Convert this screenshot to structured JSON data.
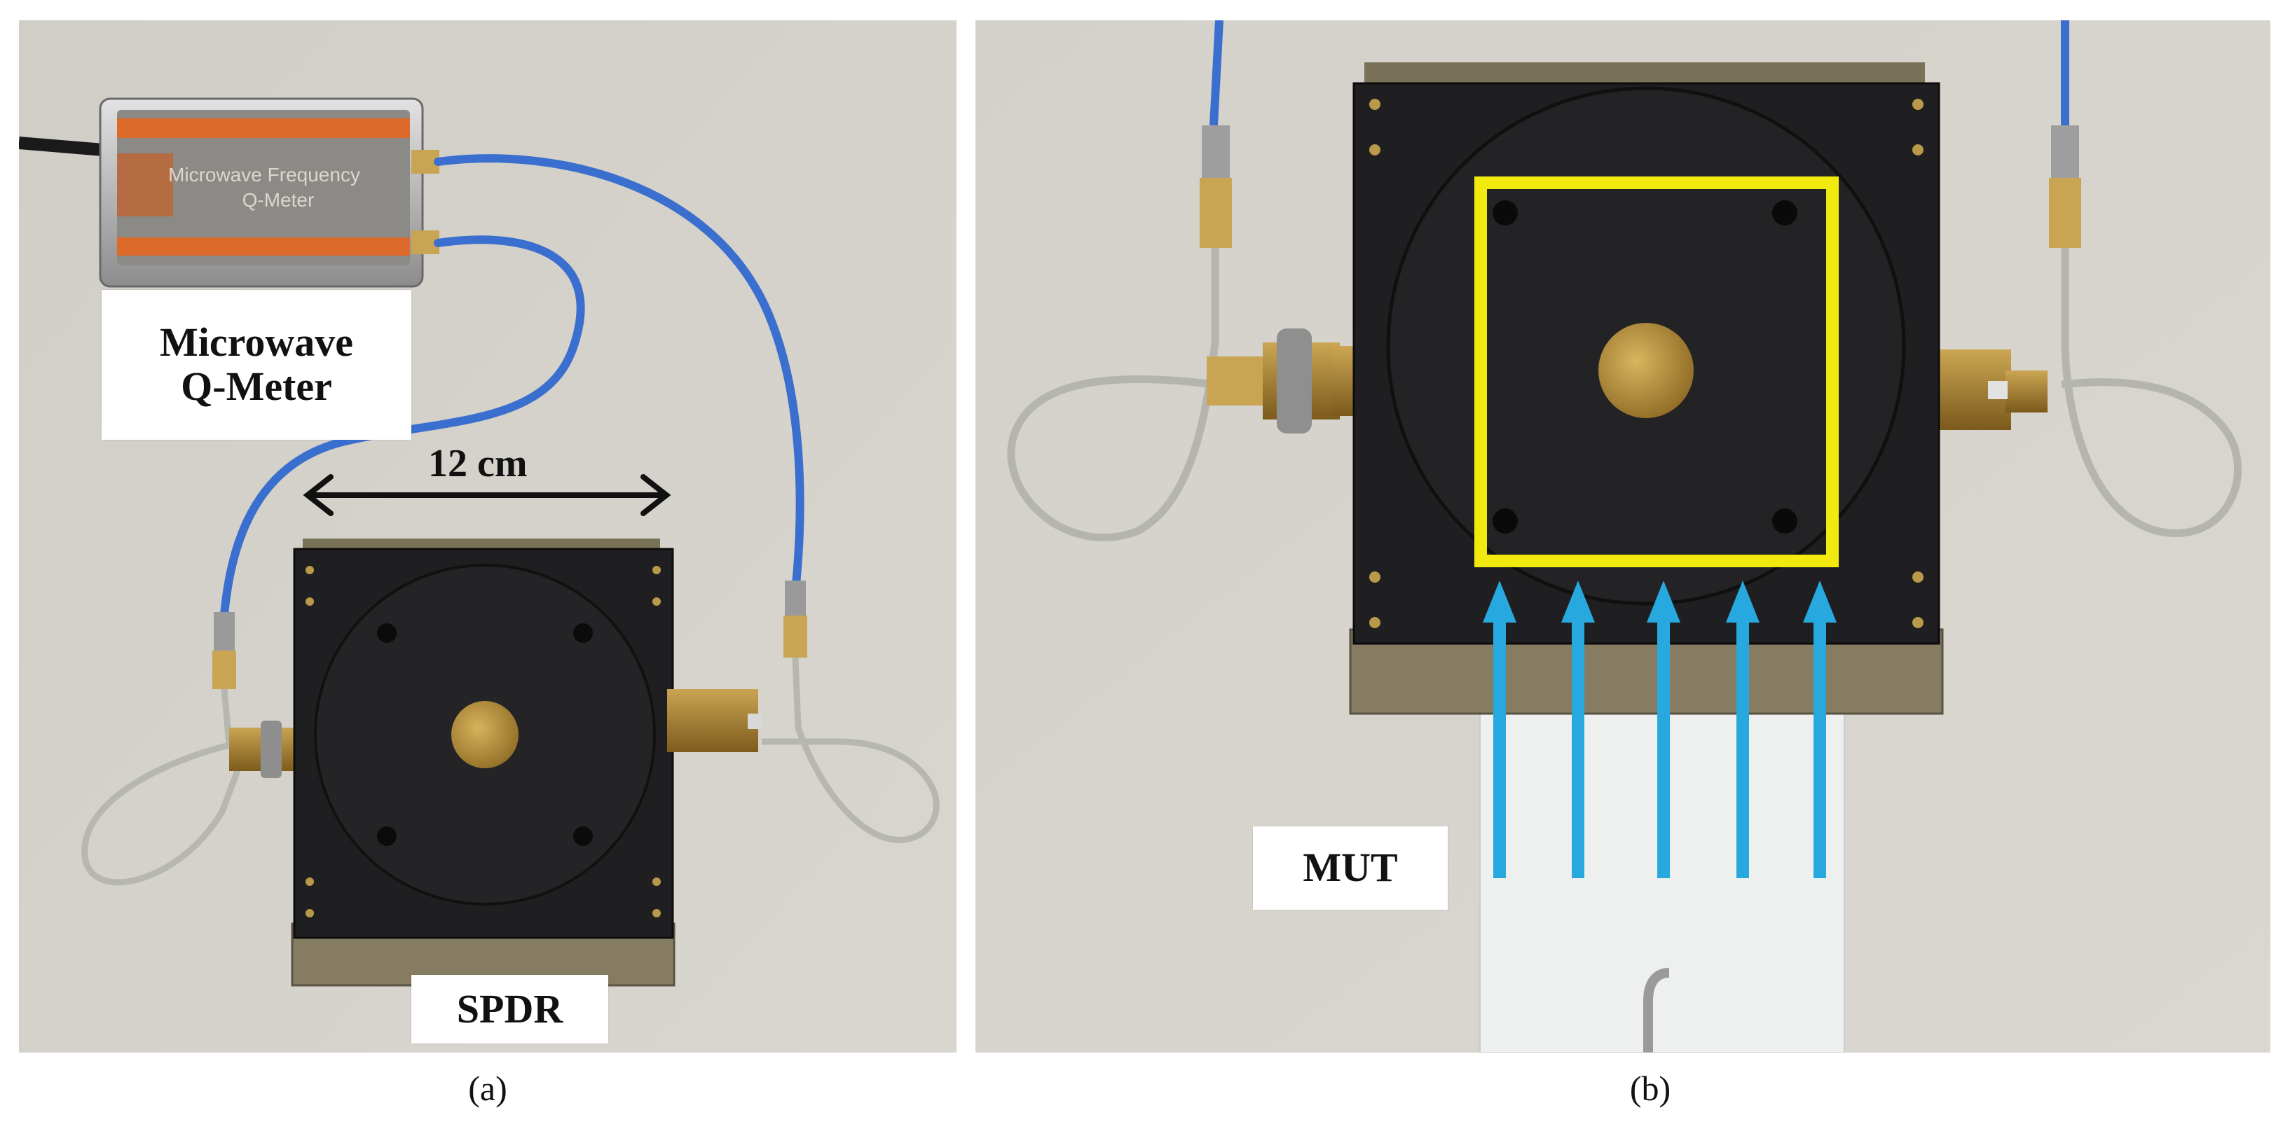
{
  "panels": {
    "a": {
      "caption": "(a)",
      "instrument_label_line1": "Microwave",
      "instrument_label_line2": "Q-Meter",
      "dimension_label": "12 cm",
      "device_label": "SPDR",
      "instrument_faceplate_line1": "Microwave Frequency",
      "instrument_faceplate_line2": "Q-Meter"
    },
    "b": {
      "caption": "(b)",
      "sample_label": "MUT"
    }
  },
  "colors": {
    "highlight_box": "#f2ea0e",
    "sample_arrows": "#27a9e0",
    "coax_cable": "#3a6fcf",
    "device_plate": "#1f1f21",
    "brass": "#b38d3a"
  }
}
